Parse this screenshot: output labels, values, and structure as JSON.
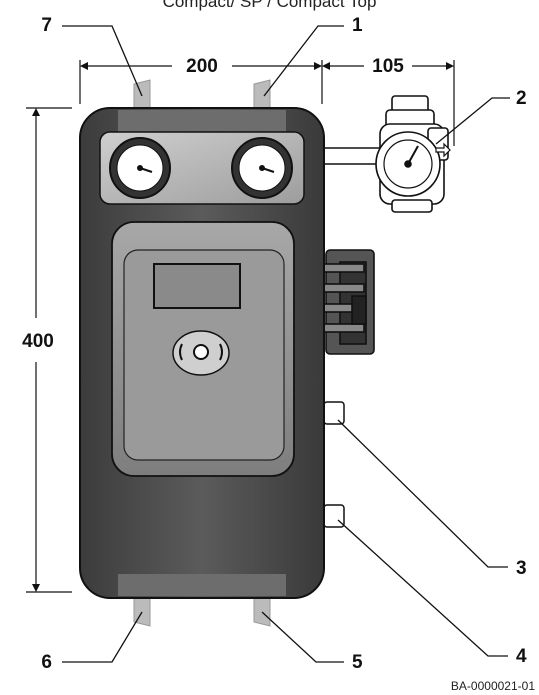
{
  "title": "Compact/ SP / Compact Top",
  "dimensions": {
    "width": "200",
    "side": "105",
    "height": "400"
  },
  "callouts": [
    "1",
    "2",
    "3",
    "4",
    "5",
    "6",
    "7"
  ],
  "doc_id": "BA-0000021-01",
  "colors": {
    "line": "#111111",
    "pipe": "#bbbbbb",
    "body_dark": "#4a4a4a",
    "body_mid": "#6e6e6e",
    "panel": "#b9b9b9",
    "screen": "#8a8a8a"
  },
  "icons": [
    "thermometer-gauge-icon",
    "pressure-gauge-icon",
    "pump-icon",
    "valve-icon",
    "arrow-right-icon"
  ]
}
